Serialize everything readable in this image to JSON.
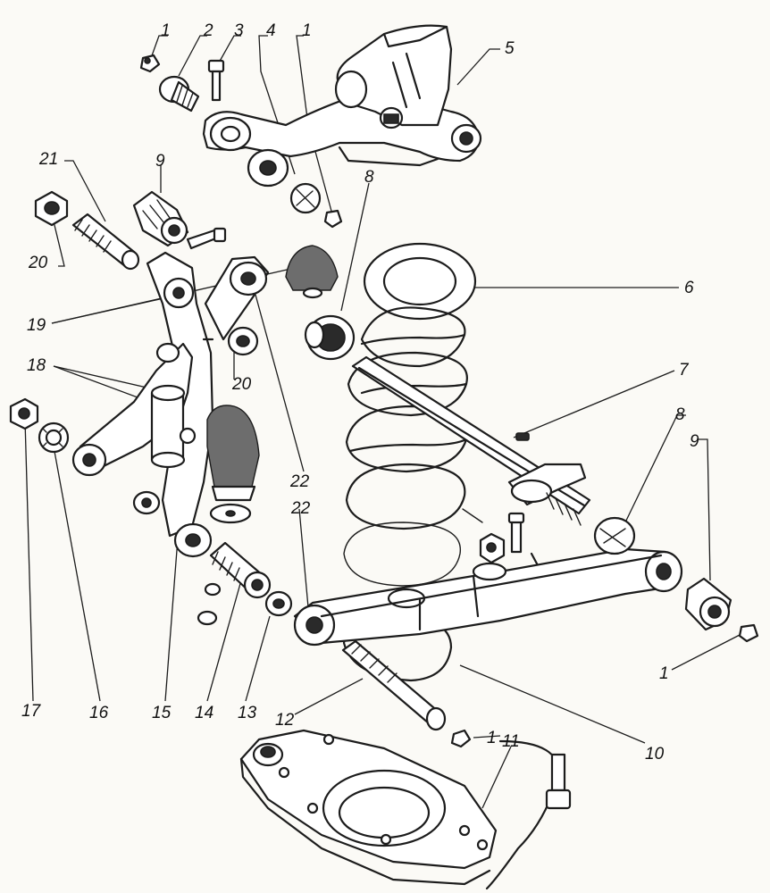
{
  "callouts": [
    "1",
    "2",
    "3",
    "4",
    "1",
    "5",
    "21",
    "9",
    "8",
    "20",
    "6",
    "19",
    "20",
    "7",
    "18",
    "22",
    "8",
    "9",
    "22",
    "17",
    "16",
    "15",
    "14",
    "13",
    "12",
    "1",
    "11",
    "10",
    "1"
  ]
}
